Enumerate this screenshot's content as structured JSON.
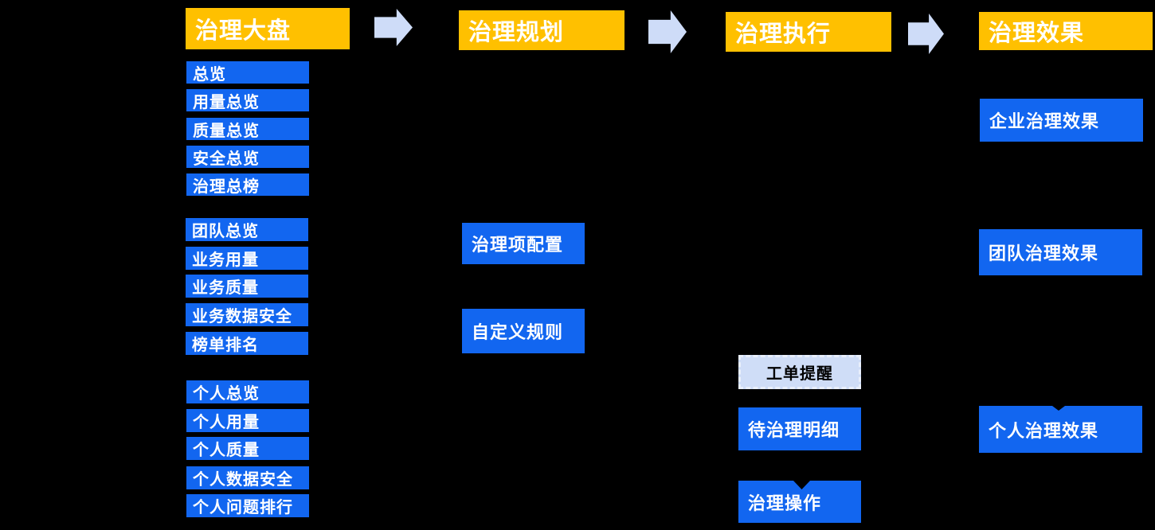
{
  "colors": {
    "canvas_bg": "#000000",
    "header_bg": "#FFC000",
    "header_text": "#FFFFFF",
    "box_bg": "#1266F0",
    "box_text": "#FFFFFF",
    "arrow_color": "#CEDCF8",
    "reminder_bg": "#CFDDF7",
    "reminder_border": "#E9EFFB",
    "reminder_text": "#000000"
  },
  "columns": [
    {
      "header": "治理大盘",
      "groups": [
        {
          "items": [
            "总览",
            "用量总览",
            "质量总览",
            "安全总览",
            "治理总榜"
          ]
        },
        {
          "items": [
            "团队总览",
            "业务用量",
            "业务质量",
            "业务数据安全",
            "榜单排名"
          ]
        },
        {
          "items": [
            "个人总览",
            "个人用量",
            "个人质量",
            "个人数据安全",
            "个人问题排行"
          ]
        }
      ]
    },
    {
      "header": "治理规划",
      "items": [
        "治理项配置",
        "自定义规则"
      ]
    },
    {
      "header": "治理执行",
      "reminder": "工单提醒",
      "items": [
        "待治理明细",
        "治理操作"
      ]
    },
    {
      "header": "治理效果",
      "items": [
        "企业治理效果",
        "团队治理效果",
        "个人治理效果"
      ]
    }
  ]
}
